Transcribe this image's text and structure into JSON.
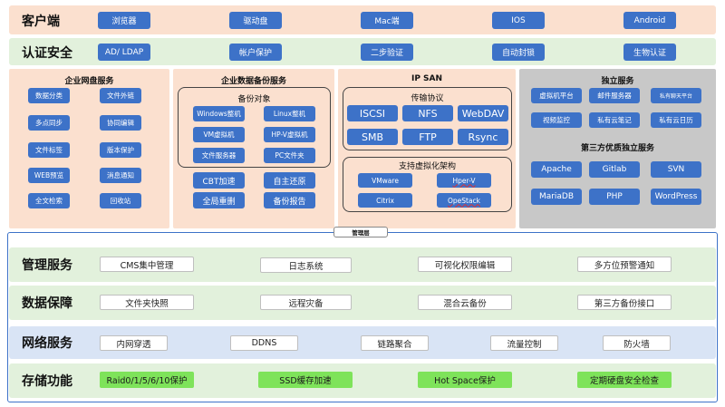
{
  "client": {
    "title": "客户端",
    "items": [
      "浏览器",
      "驱动盘",
      "Mac端",
      "IOS",
      "Android"
    ]
  },
  "auth": {
    "title": "认证安全",
    "items": [
      "AD/ LDAP",
      "帐户保护",
      "二步验证",
      "自动封锁",
      "生物认证"
    ]
  },
  "cloud_disk": {
    "title": "企业网盘服务",
    "left": [
      "数据分类",
      "多点同步",
      "文件标签",
      "WEB预览",
      "全文检索"
    ],
    "right": [
      "文件外链",
      "协同编辑",
      "版本保护",
      "消息通知",
      "回收站"
    ]
  },
  "backup": {
    "title": "企业数据备份服务",
    "targets_title": "备份对象",
    "targets": [
      "Windows整机",
      "Linux整机",
      "VM虚拟机",
      "HP-V虚拟机",
      "文件服务器",
      "PC文件夹"
    ],
    "features": [
      "CBT加速",
      "自主还原",
      "全局重删",
      "备份报告"
    ]
  },
  "ipsan": {
    "title": "IP SAN",
    "protocol_title": "传输协议",
    "protocols": [
      "ISCSI",
      "NFS",
      "WebDAV",
      "SMB",
      "FTP",
      "Rsync"
    ],
    "virt_title": "支持虚拟化架构",
    "virt": [
      "VMware",
      "Hper-V",
      "Citrix",
      "OpeStack"
    ]
  },
  "independent": {
    "title": "独立服务",
    "items": [
      "虚拟机平台",
      "邮件服务器",
      "私有聊天平台",
      "视频监控",
      "私有云笔记",
      "私有云日历"
    ],
    "third_title": "第三方优质独立服务",
    "third": [
      "Apache",
      "Gitlab",
      "SVN",
      "MariaDB",
      "PHP",
      "WordPress"
    ]
  },
  "mgmt_layer": {
    "label": "管理层"
  },
  "management": {
    "title": "管理服务",
    "items": [
      "CMS集中管理",
      "日志系统",
      "可视化权限编辑",
      "多方位预警通知"
    ]
  },
  "protection": {
    "title": "数据保障",
    "items": [
      "文件夹快照",
      "远程灾备",
      "混合云备份",
      "第三方备份接口"
    ]
  },
  "network": {
    "title": "网络服务",
    "items": [
      "内网穿透",
      "DDNS",
      "链路聚合",
      "流量控制",
      "防火墙"
    ]
  },
  "storage": {
    "title": "存储功能",
    "items": [
      "Raid0/1/5/6/10保护",
      "SSD缓存加速",
      "Hot Space保护",
      "定期硬盘安全检查"
    ]
  },
  "colors": {
    "client_bg": "#fbe0cf",
    "auth_bg": "#e2f1dc",
    "panel_peach": "#fbe0cf",
    "panel_gray": "#c8c8c8",
    "button_blue": "#3d72c8",
    "mgmt_green": "#e2f1dc",
    "network_blue": "#d9e4f5",
    "accent_green": "#7ee35a",
    "frame_blue": "#3d72c8"
  }
}
